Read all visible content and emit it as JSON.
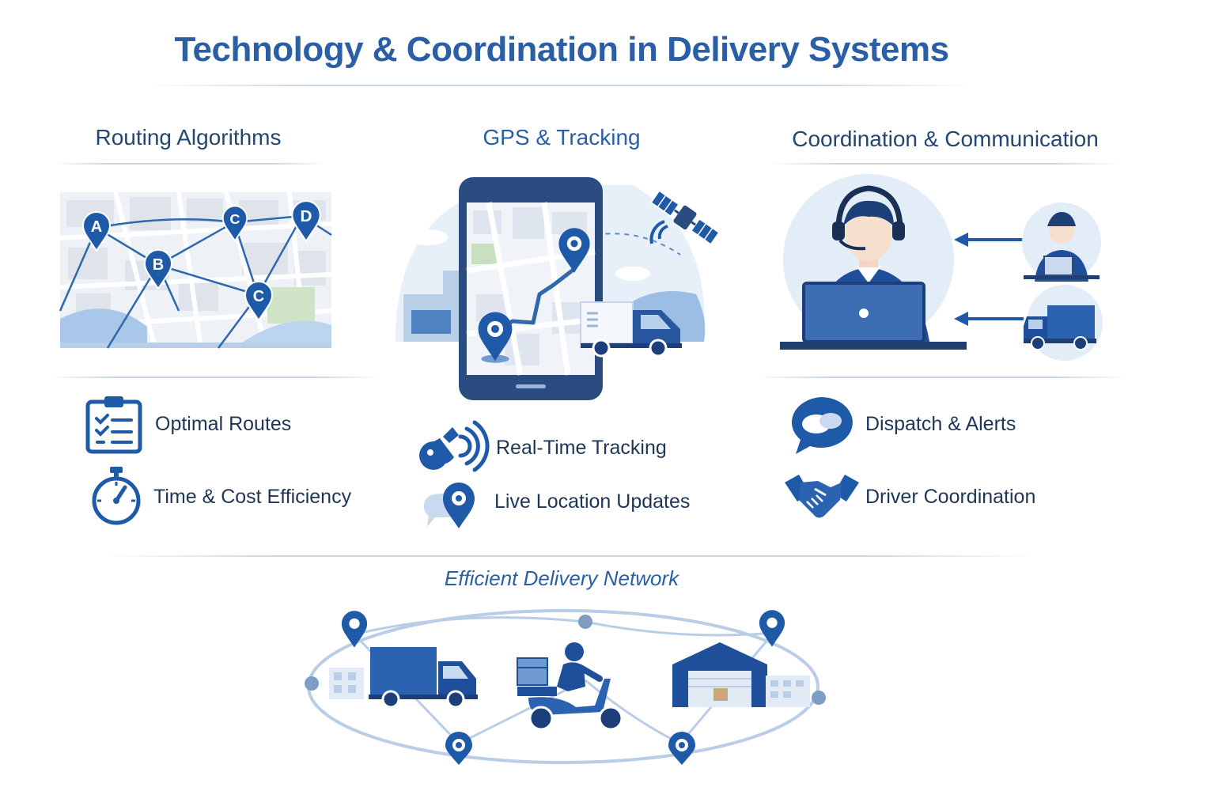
{
  "title": "Technology & Coordination in Delivery Systems",
  "columns": [
    {
      "heading": "Routing Algorithms",
      "map_markers": [
        "A",
        "B",
        "C",
        "C",
        "D"
      ],
      "features": [
        {
          "label": "Optimal Routes",
          "icon": "clipboard-checklist-icon"
        },
        {
          "label": "Time & Cost Efficiency",
          "icon": "stopwatch-icon"
        }
      ]
    },
    {
      "heading": "GPS & Tracking",
      "features": [
        {
          "label": "Real-Time Tracking",
          "icon": "signal-broadcast-icon"
        },
        {
          "label": "Live Location Updates",
          "icon": "location-chat-icon"
        }
      ]
    },
    {
      "heading": "Coordination & Communication",
      "features": [
        {
          "label": "Dispatch & Alerts",
          "icon": "chat-bubbles-icon"
        },
        {
          "label": "Driver Coordination",
          "icon": "handshake-icon"
        }
      ]
    }
  ],
  "network": {
    "title": "Efficient Delivery Network"
  },
  "colors": {
    "primary": "#2a5fa6",
    "dark": "#1f3f7a",
    "light": "#dbe7f5",
    "text": "#1f3555"
  }
}
